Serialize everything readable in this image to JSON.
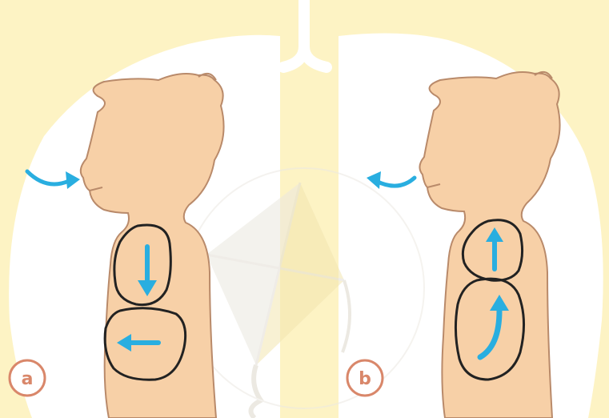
{
  "colors": {
    "background": "#fdf3c4",
    "lung": "#ffffff",
    "skin": "#f7d0a7",
    "outline": "#b98a6a",
    "organ_outline": "#222222",
    "arrow": "#29aee0",
    "label_ring": "#d9876a",
    "watermark": "#e6e1d6"
  },
  "panels": [
    {
      "id": "a",
      "label": "a",
      "breath": "inhale",
      "icon": "arrow-into-nose"
    },
    {
      "id": "b",
      "label": "b",
      "breath": "exhale",
      "icon": "arrow-out-of-mouth"
    }
  ]
}
